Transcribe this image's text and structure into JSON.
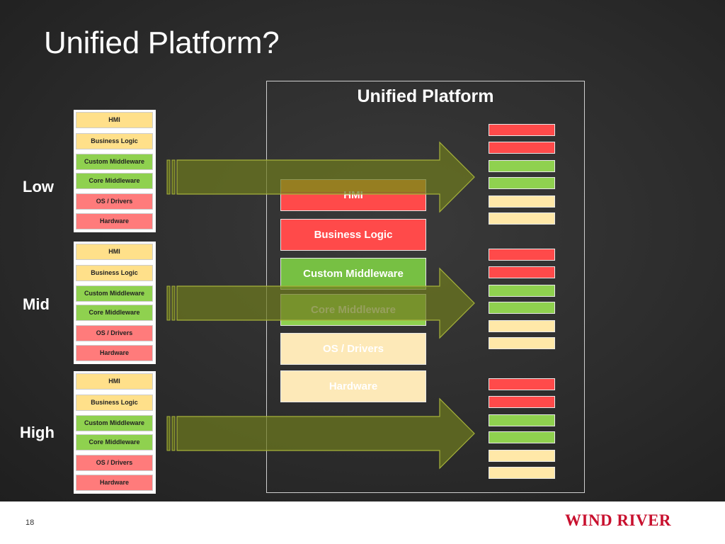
{
  "slide": {
    "title": "Unified Platform?",
    "page_number": "18",
    "logo_text": "WIND RIVER"
  },
  "left_rows": [
    {
      "label": "Low"
    },
    {
      "label": "Mid"
    },
    {
      "label": "High"
    }
  ],
  "left_stacks": [
    {
      "layers": [
        {
          "label": "HMI",
          "color": "#ffe08a"
        },
        {
          "label": "Business Logic",
          "color": "#ffe08a"
        },
        {
          "label": "Custom Middleware",
          "color": "#8fd14f"
        },
        {
          "label": "Core Middleware",
          "color": "#8fd14f"
        },
        {
          "label": "OS / Drivers",
          "color": "#ff7b7b"
        },
        {
          "label": "Hardware",
          "color": "#ff7b7b"
        }
      ]
    },
    {
      "layers": [
        {
          "label": "HMI",
          "color": "#ffe08a"
        },
        {
          "label": "Business Logic",
          "color": "#ffe08a"
        },
        {
          "label": "Custom Middleware",
          "color": "#8fd14f"
        },
        {
          "label": "Core Middleware",
          "color": "#8fd14f"
        },
        {
          "label": "OS / Drivers",
          "color": "#ff7b7b"
        },
        {
          "label": "Hardware",
          "color": "#ff7b7b"
        }
      ]
    },
    {
      "layers": [
        {
          "label": "HMI",
          "color": "#ffe08a"
        },
        {
          "label": "Business Logic",
          "color": "#ffe08a"
        },
        {
          "label": "Custom Middleware",
          "color": "#8fd14f"
        },
        {
          "label": "Core Middleware",
          "color": "#8fd14f"
        },
        {
          "label": "OS / Drivers",
          "color": "#ff7b7b"
        },
        {
          "label": "Hardware",
          "color": "#ff7b7b"
        }
      ]
    }
  ],
  "platform": {
    "title": "Unified Platform",
    "layers": [
      {
        "label": "HMI",
        "color": "#ff4a4a"
      },
      {
        "label": "Business Logic",
        "color": "#ff4a4a"
      },
      {
        "label": "Custom Middleware",
        "color": "#77c043"
      },
      {
        "label": "Core Middleware",
        "color": "#8fd14f"
      },
      {
        "label": "OS / Drivers",
        "color": "#fde9b8"
      },
      {
        "label": "Hardware",
        "color": "#fde9b8"
      }
    ]
  },
  "mini_stacks": [
    {
      "colors": [
        "#ff4a4a",
        "#ff4a4a",
        "#8fd14f",
        "#8fd14f",
        "#ffe8a8",
        "#ffe8a8"
      ]
    },
    {
      "colors": [
        "#ff4a4a",
        "#ff4a4a",
        "#8fd14f",
        "#8fd14f",
        "#ffe8a8",
        "#ffe8a8"
      ]
    },
    {
      "colors": [
        "#ff4a4a",
        "#ff4a4a",
        "#8fd14f",
        "#8fd14f",
        "#ffe8a8",
        "#ffe8a8"
      ]
    }
  ],
  "colors": {
    "arrow_fill": "#6e7a1e",
    "arrow_stroke": "#a6b23a",
    "hmi_orange": "#ff8a2a"
  }
}
